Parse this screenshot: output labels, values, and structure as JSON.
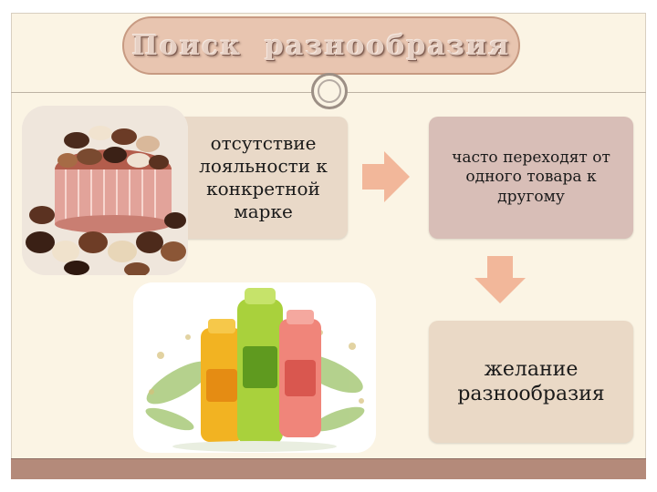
{
  "slide": {
    "title": "Поиск  разнообразия",
    "box_loyalty": [
      "отсутствие",
      "лояльности к",
      "конкретной",
      "марке"
    ],
    "box_switch": [
      "часто переходят от",
      "одного товара к",
      "другому"
    ],
    "box_variety": [
      "желание",
      "разнообразия"
    ]
  },
  "colors": {
    "background": "#fbf4e4",
    "title_pill": "#e8c5b0",
    "box_loyalty": "#e9d9c8",
    "box_switch": "#d8beb7",
    "box_variety": "#ead9c6",
    "arrow": "#f2b79a",
    "bottom_bar": "#b48a7a"
  },
  "images": {
    "candy": "chocolate-candies-photo",
    "shampoo": "fructis-shampoo-bottles-photo"
  }
}
